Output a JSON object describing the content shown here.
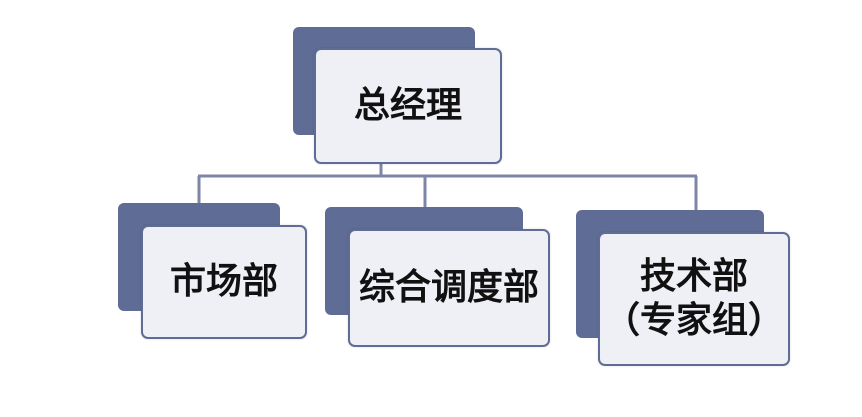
{
  "diagram": {
    "root": {
      "label": "总经理"
    },
    "departments": [
      {
        "id": "market",
        "lines": [
          "市场部"
        ]
      },
      {
        "id": "dispatch",
        "lines": [
          "综合调度部"
        ]
      },
      {
        "id": "tech",
        "lines": [
          "技术部",
          "（专家组）"
        ]
      }
    ],
    "colors": {
      "accent": "#5f6d96",
      "card_fill": "#eef0f6",
      "connector": "#7d86a6",
      "text": "#111111"
    }
  }
}
